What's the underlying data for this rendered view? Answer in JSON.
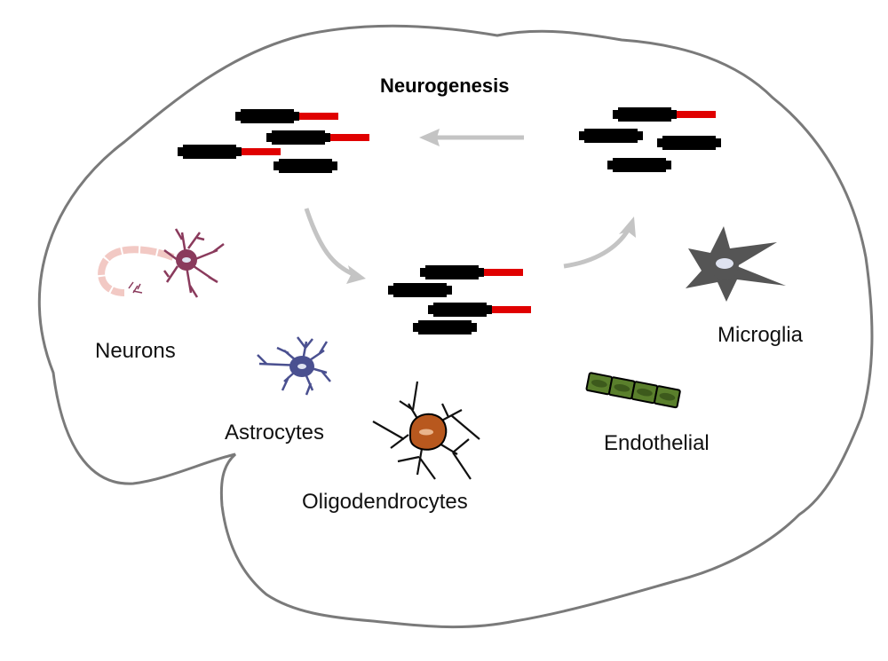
{
  "title": "Neurogenesis",
  "labels": {
    "neurons": "Neurons",
    "astrocytes": "Astrocytes",
    "oligodendrocytes": "Oligodendrocytes",
    "microglia": "Microglia",
    "endothelial": "Endothelial"
  },
  "colors": {
    "outline": "#7a7a7a",
    "arrow": "#c4c4c4",
    "bar": "#000000",
    "tag": "#e00000",
    "neuron": "#8a3a5c",
    "axon": "#f2c9c4",
    "astrocyte": "#4a5090",
    "oligodendrocyte": "#b8581e",
    "microglia": "#555555",
    "endothelial": "#5a7f2c"
  }
}
